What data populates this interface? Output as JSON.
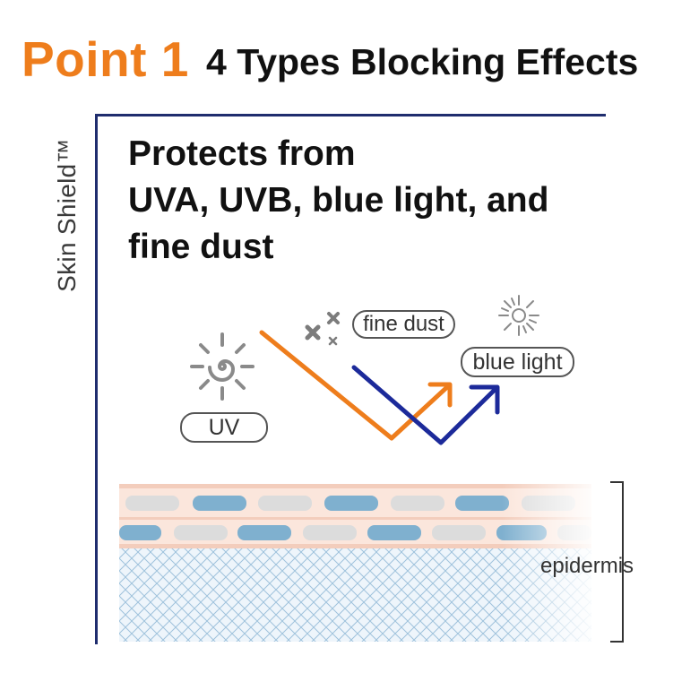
{
  "header": {
    "point_label": "Point 1",
    "subtitle": "4 Types Blocking Effects"
  },
  "side_label": "Skin Shield™",
  "headline": {
    "line1": "Protects from",
    "line2": "UVA, UVB, blue light, and",
    "line3": "fine dust"
  },
  "labels": {
    "uv": "UV",
    "fine_dust": "fine dust",
    "blue_light": "blue light",
    "epidermis": "epidermis"
  },
  "colors": {
    "accent_orange": "#ee7d1c",
    "navy": "#1f2d6e",
    "arrow_blue": "#1c2a9a",
    "skin_band": "#fbe6dc",
    "cell_blue": "#7fb0cf",
    "cell_gray": "#dcdcdc"
  },
  "icons": {
    "uv": "sun-spiral-icon",
    "fine_dust": "dust-particles-icon",
    "blue_light": "sparkle-sun-icon"
  }
}
